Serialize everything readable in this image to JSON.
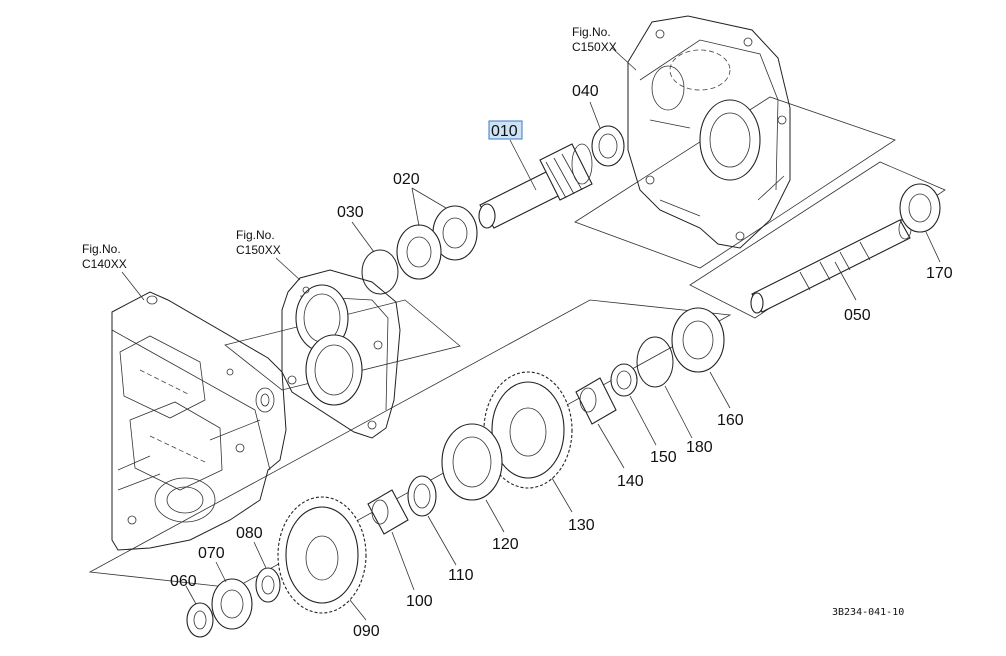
{
  "figure_refs": {
    "upper": [
      "Fig.No.",
      "C150XX"
    ],
    "middle": [
      "Fig.No.",
      "C150XX"
    ],
    "left": [
      "Fig.No.",
      "C140XX"
    ]
  },
  "parts": {
    "p010": "010",
    "p020": "020",
    "p030": "030",
    "p040": "040",
    "p050": "050",
    "p060": "060",
    "p070": "070",
    "p080": "080",
    "p090": "090",
    "p100": "100",
    "p110": "110",
    "p120": "120",
    "p130": "130",
    "p140": "140",
    "p150": "150",
    "p160": "160",
    "p170": "170",
    "p180": "180"
  },
  "highlighted_part": "010",
  "diagram_code": "3B234-041-10"
}
